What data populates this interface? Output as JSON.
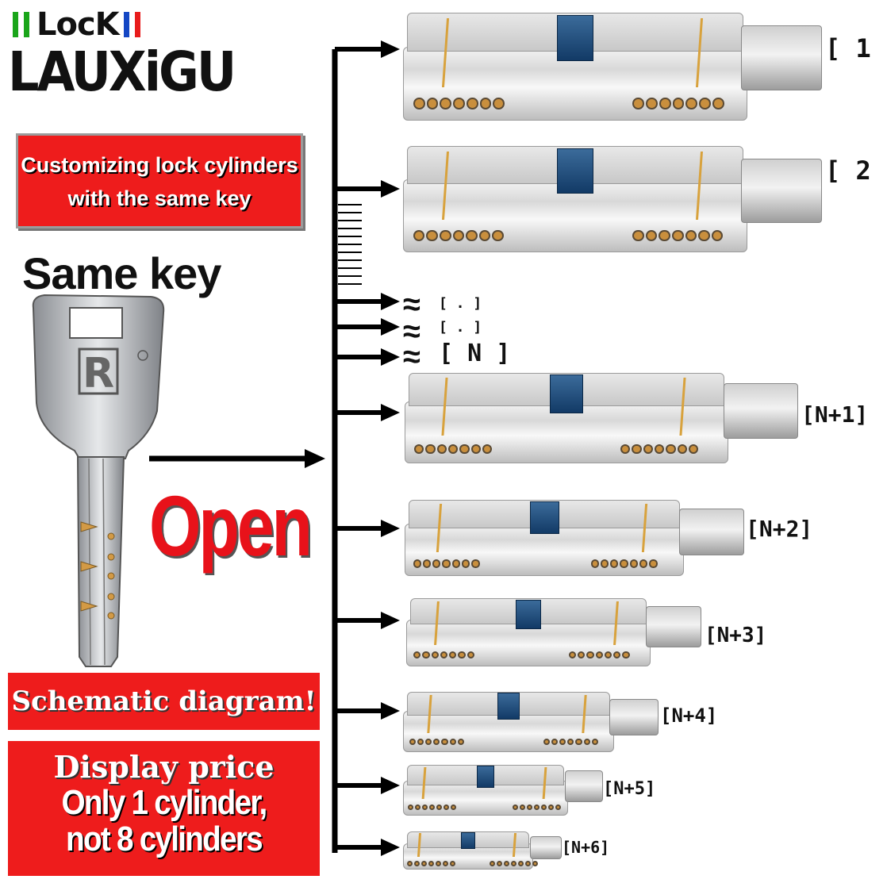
{
  "logo": {
    "top": "LocK",
    "main": "LAUXiGU",
    "flag_colors": [
      "#1aa51a",
      "#1447c4",
      "#e81c1c"
    ]
  },
  "customize_box": {
    "line1": "Customizing lock cylinders",
    "line2": "with the same key"
  },
  "same_key_label": "Same key",
  "open_label": "Open",
  "schematic_label": "Schematic diagram!",
  "price_box": {
    "title": "Display price",
    "line1": "Only 1 cylinder,",
    "line2": "not 8 cylinders"
  },
  "cylinder_labels": [
    "[ 1 ]",
    "[ 2 ]",
    "[N+1]",
    "[N+2]",
    "[N+3]",
    "[N+4]",
    "[N+5]",
    "[N+6]"
  ],
  "gap_labels": [
    "[ . ]",
    "[ . ]",
    "[ N ]"
  ],
  "approx_symbol": "≈",
  "colors": {
    "red": "#ee1c1c",
    "gold": "#c98f3d",
    "cam_blue": "#1f4f80"
  }
}
